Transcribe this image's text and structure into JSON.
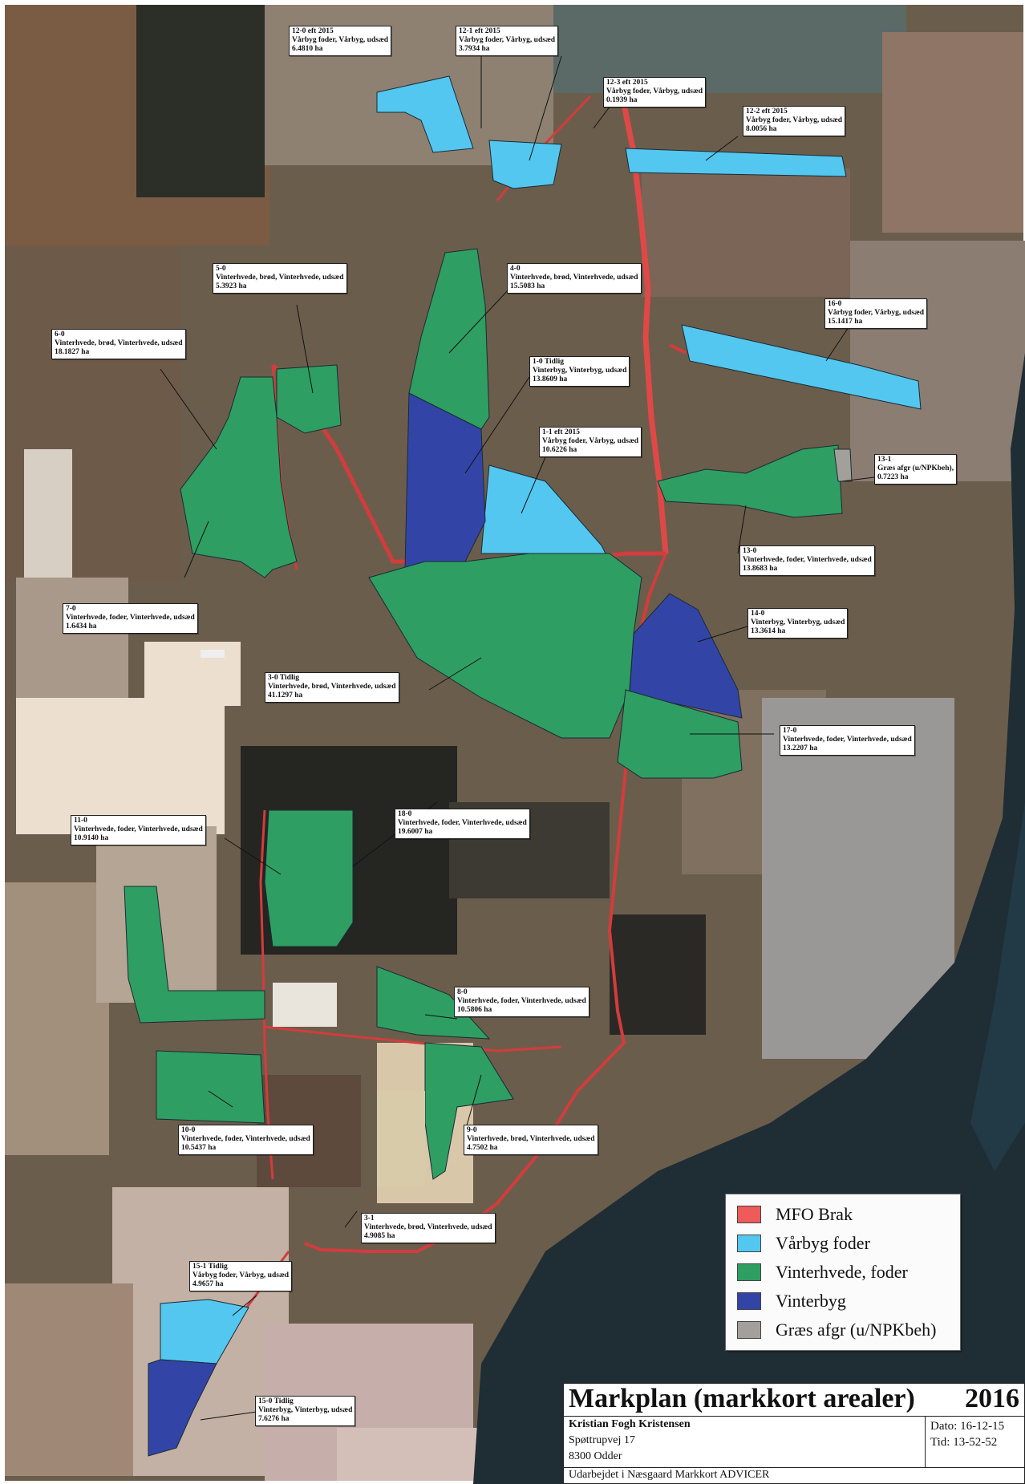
{
  "legend": [
    {
      "label": "MFO Brak",
      "color": "#ef5a5a"
    },
    {
      "label": "Vårbyg foder",
      "color": "#53c7ef"
    },
    {
      "label": "Vinterhvede, foder",
      "color": "#2e9e62"
    },
    {
      "label": "Vinterbyg",
      "color": "#3245a6"
    },
    {
      "label": "Græs afgr (u/NPKbeh)",
      "color": "#a3a09b"
    }
  ],
  "fields": [
    {
      "id": "12-0 eft 2015",
      "crop": "Vårbyg foder, Vårbyg, udsæd",
      "area": "6.4810 ha"
    },
    {
      "id": "12-1 eft 2015",
      "crop": "Vårbyg foder, Vårbyg, udsæd",
      "area": "3.7934 ha"
    },
    {
      "id": "12-3 eft 2015",
      "crop": "Vårbyg foder, Vårbyg, udsæd",
      "area": "0.1939 ha"
    },
    {
      "id": "12-2 eft 2015",
      "crop": "Vårbyg foder, Vårbyg, udsæd",
      "area": "8.0056 ha"
    },
    {
      "id": "5-0",
      "crop": "Vinterhvede, brød, Vinterhvede, udsæd",
      "area": "5.3923 ha"
    },
    {
      "id": "4-0",
      "crop": "Vinterhvede, brød, Vinterhvede, udsæd",
      "area": "15.5083 ha"
    },
    {
      "id": "16-0",
      "crop": "Vårbyg foder, Vårbyg, udsæd",
      "area": "15.1417 ha"
    },
    {
      "id": "6-0",
      "crop": "Vinterhvede, brød, Vinterhvede, udsæd",
      "area": "18.1827 ha"
    },
    {
      "id": "1-0 Tidlig",
      "crop": "Vinterbyg, Vinterbyg, udsæd",
      "area": "13.8609 ha"
    },
    {
      "id": "1-1 eft 2015",
      "crop": "Vårbyg foder, Vårbyg, udsæd",
      "area": "10.6226 ha"
    },
    {
      "id": "13-1",
      "crop": "Græs afgr (u/NPKbeh),",
      "area": "0.7223 ha"
    },
    {
      "id": "13-0",
      "crop": "Vinterhvede, foder, Vinterhvede, udsæd",
      "area": "13.8683 ha"
    },
    {
      "id": "7-0",
      "crop": "Vinterhvede, foder, Vinterhvede, udsæd",
      "area": "1.6434 ha"
    },
    {
      "id": "14-0",
      "crop": "Vinterbyg, Vinterbyg, udsæd",
      "area": "13.3614 ha"
    },
    {
      "id": "3-0 Tidlig",
      "crop": "Vinterhvede, brød, Vinterhvede, udsæd",
      "area": "41.1297 ha"
    },
    {
      "id": "17-0",
      "crop": "Vinterhvede, foder, Vinterhvede, udsæd",
      "area": "13.2207 ha"
    },
    {
      "id": "11-0",
      "crop": "Vinterhvede, foder, Vinterhvede, udsæd",
      "area": "10.9140 ha"
    },
    {
      "id": "18-0",
      "crop": "Vinterhvede, foder, Vinterhvede, udsæd",
      "area": "19.6007 ha"
    },
    {
      "id": "8-0",
      "crop": "Vinterhvede, foder, Vinterhvede, udsæd",
      "area": "10.5806 ha"
    },
    {
      "id": "10-0",
      "crop": "Vinterhvede, foder, Vinterhvede, udsæd",
      "area": "10.5437 ha"
    },
    {
      "id": "9-0",
      "crop": "Vinterhvede, brød, Vinterhvede, udsæd",
      "area": "4.7502 ha"
    },
    {
      "id": "3-1",
      "crop": "Vinterhvede, brød, Vinterhvede, udsæd",
      "area": "4.9085 ha"
    },
    {
      "id": "15-1 Tidlig",
      "crop": "Vårbyg foder, Vårbyg, udsæd",
      "area": "4.9657 ha"
    },
    {
      "id": "15-0 Tidlig",
      "crop": "Vinterbyg, Vinterbyg, udsæd",
      "area": "7.6276 ha"
    }
  ],
  "title_block": {
    "title": "Markplan (markkort arealer)",
    "year": "2016",
    "owner_name": "Kristian Fogh Kristensen",
    "address": "Spøttrupvej 17",
    "city": "8300 Odder",
    "date": "Dato: 16-12-15",
    "time": "Tid: 13-52-52",
    "footer": "Udarbejdet i Næsgaard Markkort ADVICER"
  }
}
